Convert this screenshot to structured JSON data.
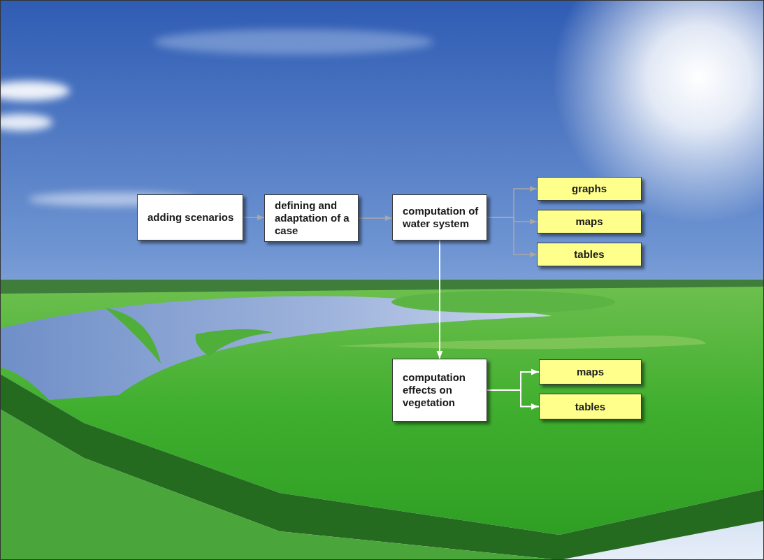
{
  "diagram": {
    "nodes": [
      {
        "text": [
          "adding scenarios"
        ]
      },
      {
        "text": [
          "defining and adaptation of a case"
        ]
      },
      {
        "text": [
          "computation of water system"
        ]
      },
      {
        "text": [
          "graphs"
        ]
      },
      {
        "text": [
          "maps"
        ]
      },
      {
        "text": [
          "tables"
        ]
      },
      {
        "text": [
          "computation effects on vegetation"
        ]
      },
      {
        "text": [
          "maps"
        ]
      },
      {
        "text": [
          "tables"
        ]
      }
    ],
    "edges": [
      {
        "from": 0,
        "to": 1,
        "arrow": "to"
      },
      {
        "from": 1,
        "to": 2,
        "arrow": "to"
      },
      {
        "from": 2,
        "to": 3,
        "arrow": "to"
      },
      {
        "from": 2,
        "to": 4,
        "arrow": "to"
      },
      {
        "from": 2,
        "to": 5,
        "arrow": "to"
      },
      {
        "from": 2,
        "to": 6,
        "arrow": "to"
      },
      {
        "from": 6,
        "to": 7,
        "arrow": "to"
      },
      {
        "from": 6,
        "to": 8,
        "arrow": "to"
      }
    ]
  }
}
